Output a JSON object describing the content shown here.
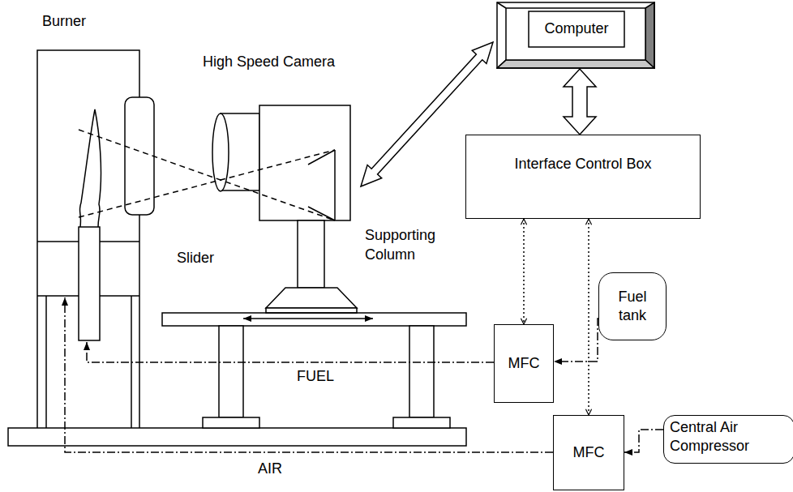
{
  "diagram": {
    "nodes": [
      {
        "text": [
          "Computer"
        ]
      },
      {
        "text": [
          "Interface Control Box"
        ]
      },
      {
        "text": [
          "Fuel tank"
        ]
      },
      {
        "text": [
          "MFC"
        ]
      },
      {
        "text": [
          "Central Air Compressor"
        ]
      },
      {
        "text": [
          "MFC"
        ]
      }
    ],
    "edges": [
      {
        "from": 1,
        "to": 0,
        "arrow": "both"
      },
      {
        "from": 1,
        "to": 3,
        "arrow": "both"
      },
      {
        "from": 1,
        "to": 5,
        "arrow": "both"
      },
      {
        "from": 2,
        "to": 3,
        "arrow": "to"
      },
      {
        "from": 4,
        "to": 5,
        "arrow": "to"
      }
    ],
    "labels": [
      "Burner",
      "High Speed Camera",
      "Supporting Column",
      "Slider",
      "FUEL",
      "AIR"
    ]
  }
}
